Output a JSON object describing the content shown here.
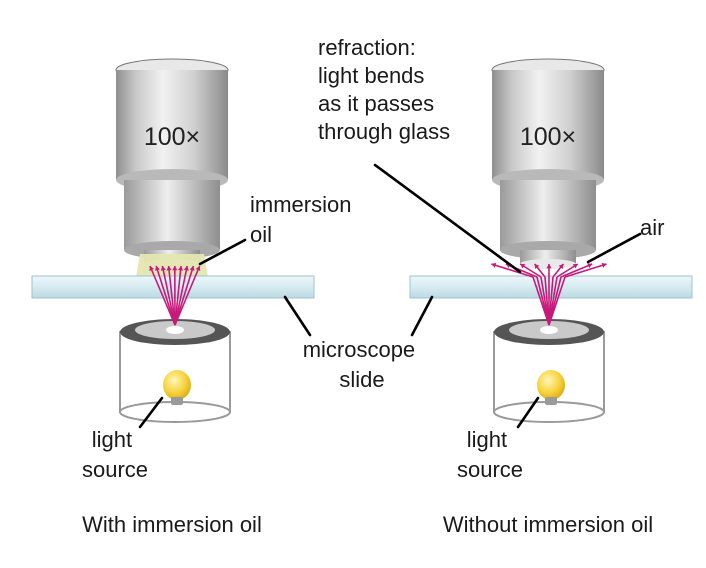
{
  "left": {
    "magnification": "100×",
    "oil_label": [
      "immersion",
      "oil"
    ],
    "light_label": [
      "light",
      "source"
    ],
    "caption": "With immersion oil"
  },
  "right": {
    "magnification": "100×",
    "refraction_label": [
      "refraction:",
      "light bends",
      "as it passes",
      "through glass"
    ],
    "air_label": "air",
    "light_label": [
      "light",
      "source"
    ],
    "caption": "Without immersion oil"
  },
  "slide_label": [
    "microscope",
    "slide"
  ],
  "colors": {
    "light_rays": "#c8187a",
    "immersion_oil": "#e4e6b0",
    "slide": "#d9ecf2",
    "bulb": "#f7d23a"
  }
}
